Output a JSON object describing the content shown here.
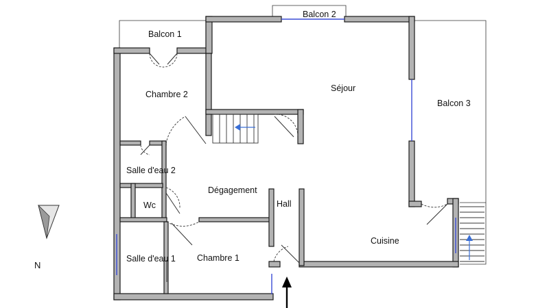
{
  "rooms": {
    "balcon1": "Balcon 1",
    "balcon2": "Balcon 2",
    "balcon3": "Balcon 3",
    "sejour": "Séjour",
    "chambre2": "Chambre 2",
    "salle_deau2": "Salle d'eau 2",
    "degagement": "Dégagement",
    "wc": "Wc",
    "hall": "Hall",
    "cuisine": "Cuisine",
    "salle_deau1": "Salle d'eau 1",
    "chambre1": "Chambre 1"
  },
  "compass": {
    "label": "N"
  }
}
